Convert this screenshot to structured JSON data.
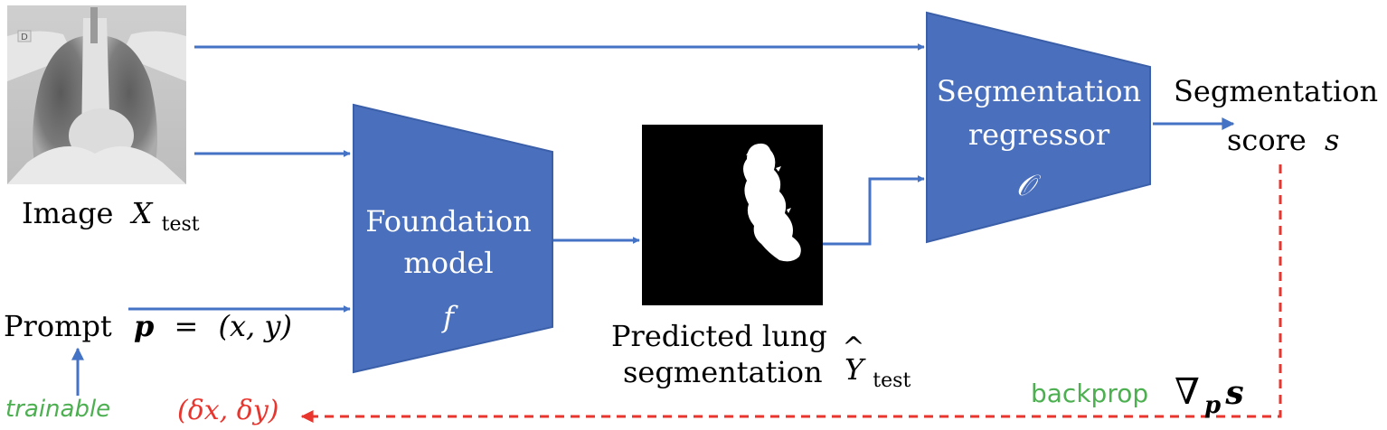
{
  "colors": {
    "block_fill": "#4a70bd",
    "arrow_blue": "#4472c4",
    "arrow_red": "#e8352e",
    "green_text": "#4caf50",
    "red_text": "#e8352e"
  },
  "input_image": {
    "caption_word": "Image",
    "caption_var": "X",
    "caption_sub": "test",
    "corner_marker": "D"
  },
  "prompt": {
    "word": "Prompt",
    "bold_var": "p",
    "equals": "=",
    "tuple": "(x, y)",
    "trainable_label": "trainable"
  },
  "foundation_model": {
    "line1": "Foundation",
    "line2": "model",
    "symbol": "f"
  },
  "prediction": {
    "line1": "Predicted lung",
    "line2": "segmentation",
    "symbol": "Y",
    "symbol_hat": "^",
    "symbol_sub": "test"
  },
  "regressor": {
    "line1": "Segmentation",
    "line2": "regressor",
    "symbol": "𝒪"
  },
  "output": {
    "line1": "Segmentation",
    "line2_word": "score",
    "line2_var": "s"
  },
  "feedback": {
    "backprop_label": "backprop",
    "gradient_nabla": "∇",
    "gradient_sub": "p",
    "gradient_var": "s",
    "delta_label": "(δx, δy)"
  }
}
